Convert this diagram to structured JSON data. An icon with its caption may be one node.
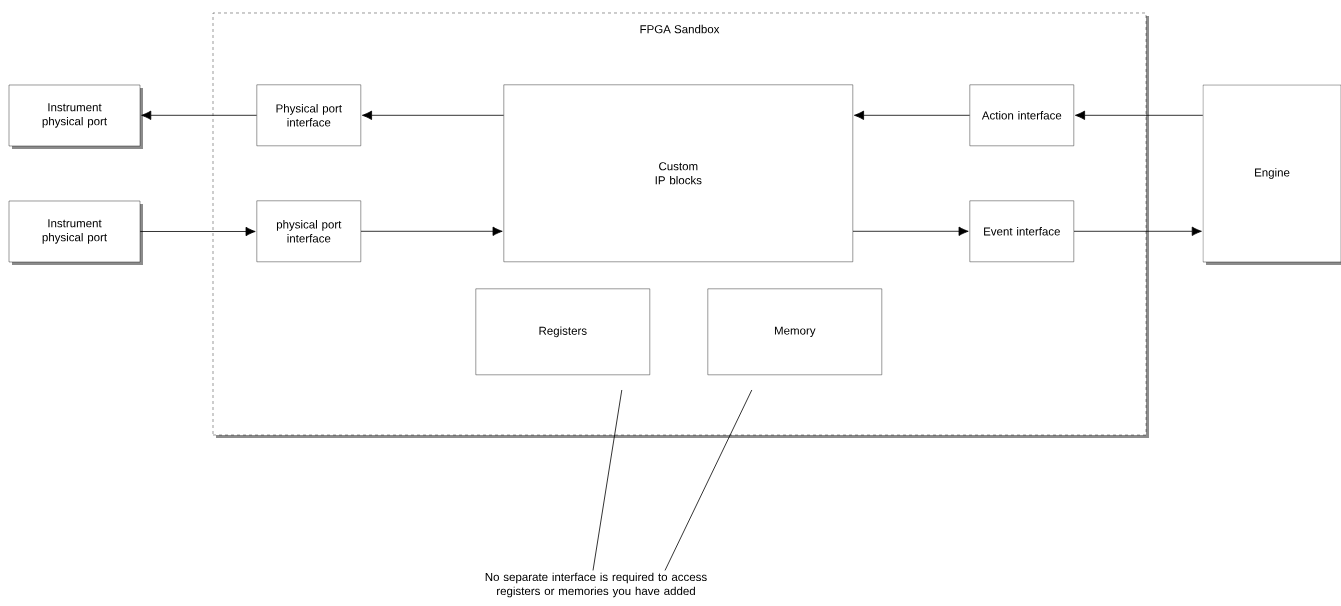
{
  "diagram": {
    "nodes": [
      {
        "text": [
          "FPGA Sandbox"
        ]
      },
      {
        "text": [
          "Instrument physical port"
        ]
      },
      {
        "text": [
          "Physical port interface"
        ],
        "in": 0
      },
      {
        "text": [
          "Custom IP blocks"
        ],
        "in": 0
      },
      {
        "text": [
          "Action interface"
        ],
        "in": 0
      },
      {
        "text": [
          "Engine"
        ]
      },
      {
        "text": [
          "Instrument physical port"
        ]
      },
      {
        "text": [
          "physical port interface"
        ],
        "in": 0
      },
      {
        "text": [
          "Event interface"
        ],
        "in": 0
      },
      {
        "text": [
          "Registers"
        ],
        "in": 0
      },
      {
        "text": [
          "Memory"
        ],
        "in": 0
      },
      {
        "text": [
          "No separate interface is required to access registers or memories you have added"
        ]
      }
    ],
    "edges": [
      {
        "from": 3,
        "to": 2,
        "arrow": "to"
      },
      {
        "from": 2,
        "to": 1,
        "arrow": "to"
      },
      {
        "from": 5,
        "to": 4,
        "arrow": "to"
      },
      {
        "from": 4,
        "to": 3,
        "arrow": "to"
      },
      {
        "from": 6,
        "to": 7,
        "arrow": "to"
      },
      {
        "from": 7,
        "to": 3,
        "arrow": "to"
      },
      {
        "from": 3,
        "to": 8,
        "arrow": "to"
      },
      {
        "from": 8,
        "to": 5,
        "arrow": "to"
      },
      {
        "from": 11,
        "to": 9,
        "arrow": "none"
      },
      {
        "from": 11,
        "to": 10,
        "arrow": "none"
      }
    ]
  }
}
